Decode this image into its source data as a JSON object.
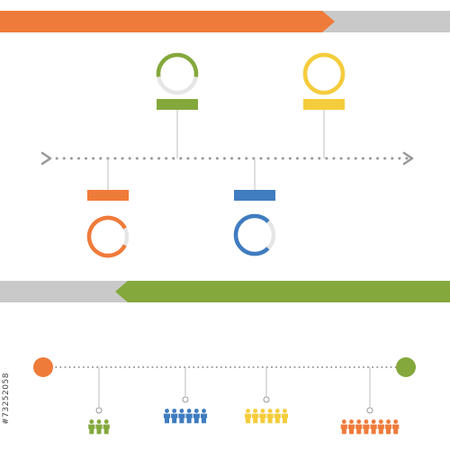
{
  "colors": {
    "orange": "#ef7b3a",
    "green": "#84a83c",
    "yellow": "#f5cc3c",
    "blue": "#3f7cc0",
    "gray": "#c9c9c9",
    "dots": "#999999",
    "ring_track": "#e6e6e6"
  },
  "top_timeline": {
    "markers": [
      {
        "name": "green-marker",
        "color": "green",
        "position": "above",
        "progress": 0.55
      },
      {
        "name": "yellow-marker",
        "color": "yellow",
        "position": "above",
        "progress": 1.0
      },
      {
        "name": "orange-marker",
        "color": "orange",
        "position": "below",
        "progress": 0.85
      },
      {
        "name": "blue-marker",
        "color": "blue",
        "position": "below",
        "progress": 0.75
      }
    ]
  },
  "population_timeline": {
    "groups": [
      {
        "name": "green-people-group",
        "color": "green",
        "count": 3
      },
      {
        "name": "blue-people-group",
        "color": "blue",
        "count": 6
      },
      {
        "name": "yellow-people-group",
        "color": "yellow",
        "count": 6
      },
      {
        "name": "orange-people-group",
        "color": "orange",
        "count": 8
      }
    ]
  },
  "credit": {
    "id_text": "#73252058"
  }
}
